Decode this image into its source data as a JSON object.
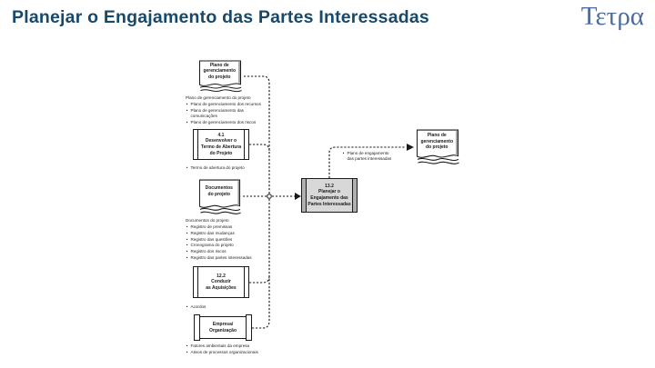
{
  "slide": {
    "title": "Planejar o Engajamento das Partes Interessadas",
    "logo": "Τετρα"
  },
  "colors": {
    "title": "#17496B",
    "logo": "#4E6B9B",
    "line": "#1a1a1a",
    "box_fill": "#ffffff",
    "highlight_fill": "#d8d8d8",
    "highlight_bar": "#b0b0b0"
  },
  "diagram": {
    "doc_plano_in": "Plano de\ngerenciamento\ndo projeto",
    "plano_list": {
      "heading": "Plano de gerenciamento do projeto",
      "items": [
        "Plano de gerenciamento dos recursos",
        "Plano de gerenciamento das\ncomunicações",
        "Plano de gerenciamento dos riscos"
      ]
    },
    "box_41": "4.1\nDesenvolver o\nTermo de Abertura\ndo Projeto",
    "termo_items": [
      "Termo de abertura do projeto"
    ],
    "doc_documentos": "Documentos\ndo projeto",
    "documentos_list": {
      "heading": "Documentos do projeto",
      "items": [
        "Registro de premissas",
        "Registro das mudanças",
        "Registro das questões",
        "Cronograma do projeto",
        "Registro dos riscos",
        "Registro das partes interessadas"
      ]
    },
    "box_122": "12.2\nConduzir\nas Aquisições",
    "acordos_items": [
      "Acordos"
    ],
    "box_empresa": "Empresa/\nOrganização",
    "empresa_items": [
      "Fatores ambientais da empresa",
      "Ativos de processos organizacionais"
    ],
    "box_132": "13.2\nPlanejar o\nEngajamento das\nPartes Interessadas",
    "out_items": [
      "Plano de engajamento\ndas partes interessadas"
    ],
    "doc_plano_out": "Plano de\ngerenciamento\ndo projeto"
  }
}
